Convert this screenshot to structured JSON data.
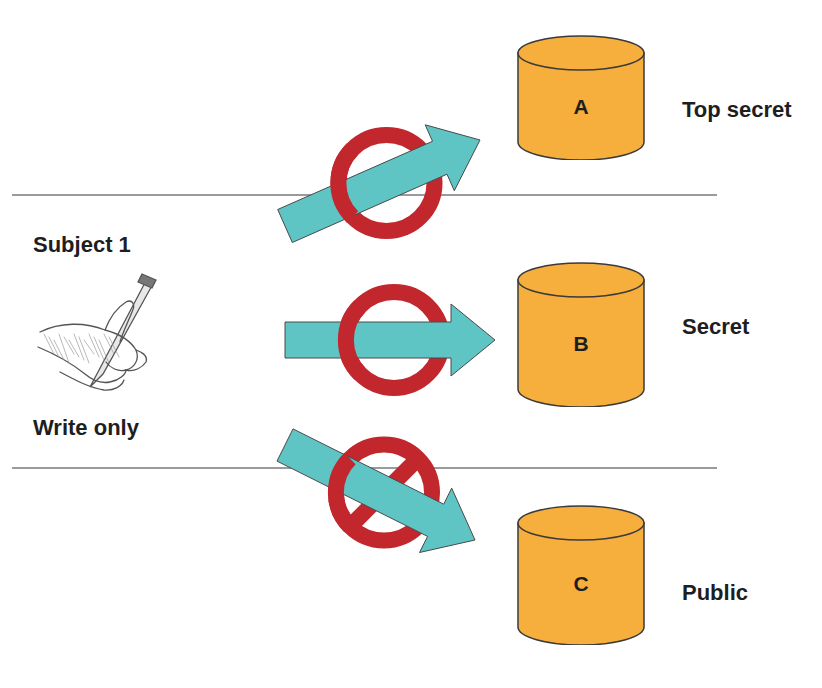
{
  "diagram": {
    "nodes": [
      {
        "text": [
          "Subject 1",
          "Write only"
        ]
      },
      {
        "text": [
          "A"
        ]
      },
      {
        "text": [
          "B"
        ]
      },
      {
        "text": [
          "C"
        ]
      }
    ],
    "edges": [
      {
        "from": 0,
        "to": 1,
        "arrow": "to"
      },
      {
        "from": 0,
        "to": 2,
        "arrow": "to"
      },
      {
        "from": 0,
        "to": 3,
        "arrow": "to"
      }
    ],
    "labels": [
      "Top secret",
      "Secret",
      "Public"
    ]
  }
}
